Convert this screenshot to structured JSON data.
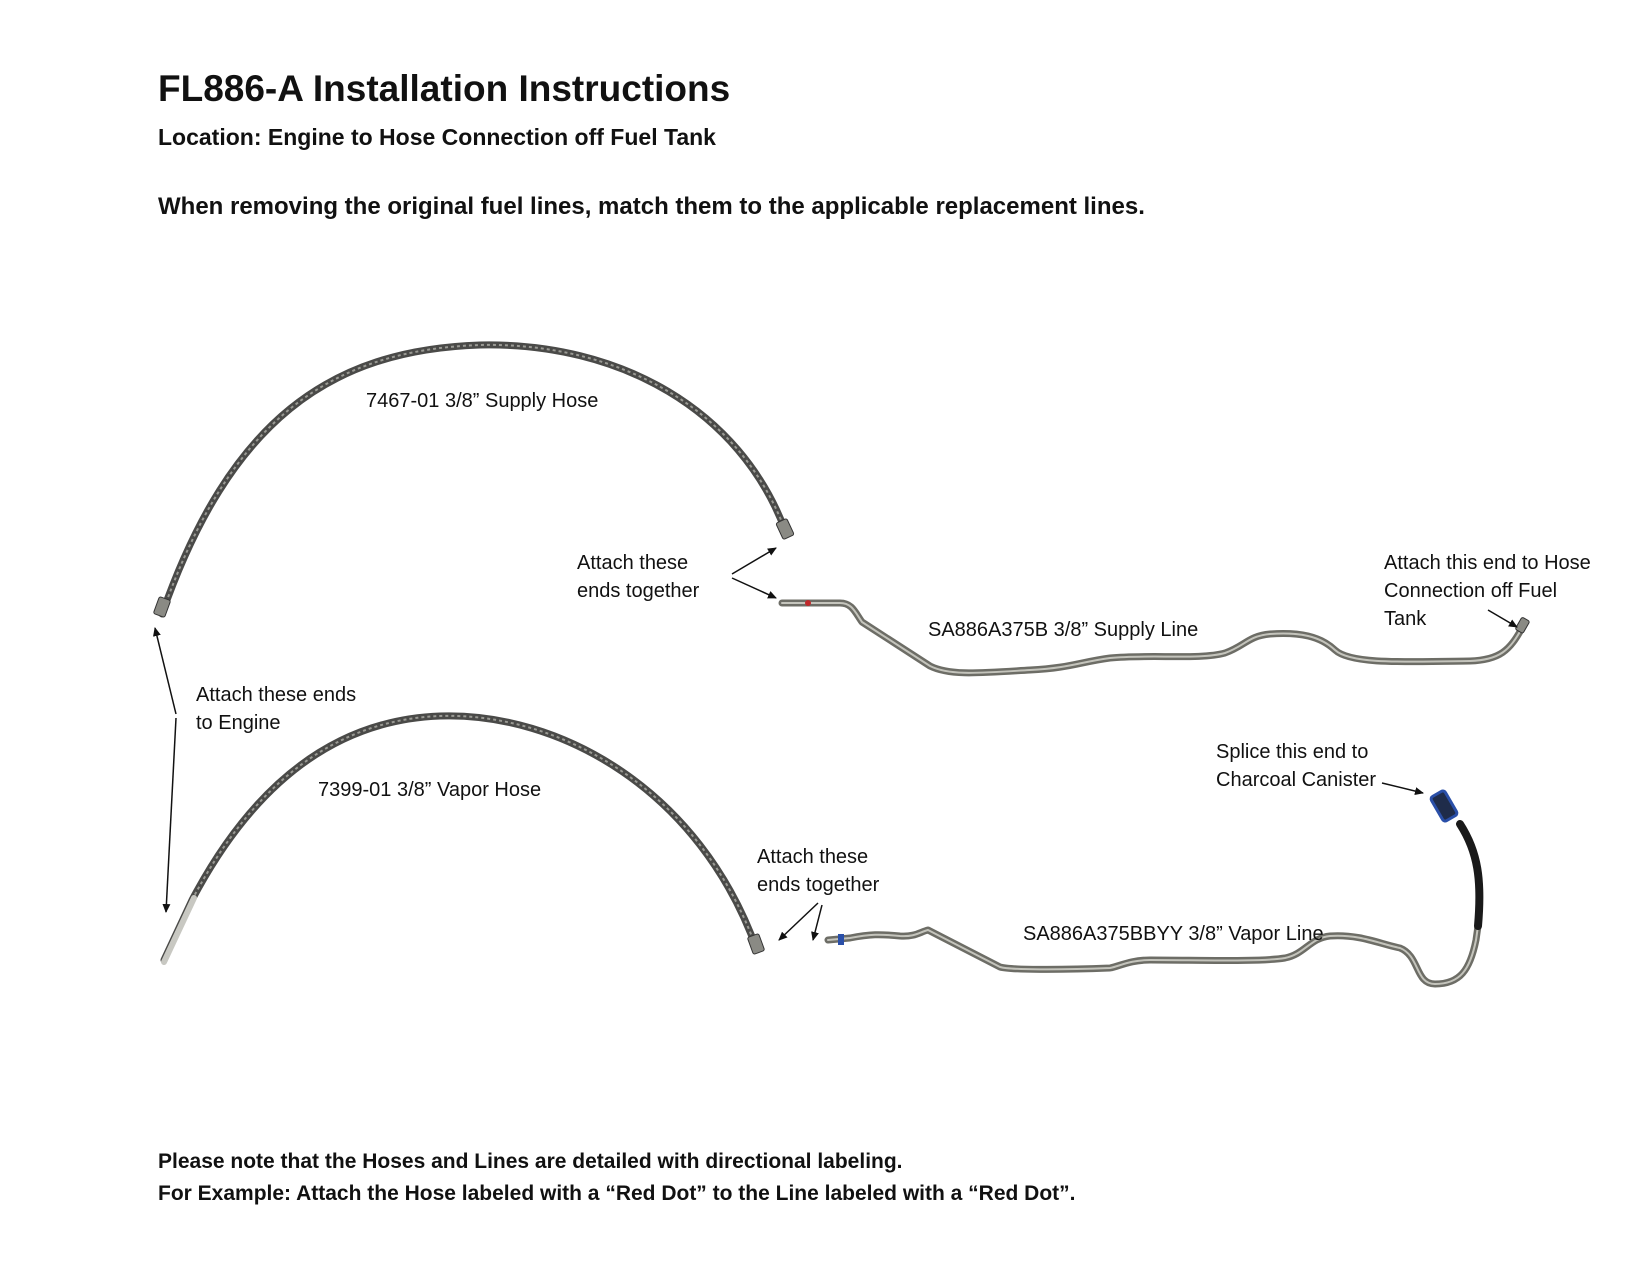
{
  "header": {
    "title": "FL886-A Installation Instructions",
    "location": "Location: Engine to Hose Connection off Fuel Tank",
    "instruction": "When removing the original fuel lines, match them to the applicable replacement lines."
  },
  "diagram": {
    "supply_hose_label": "7467-01 3/8” Supply Hose",
    "supply_line_label": "SA886A375B 3/8” Supply Line",
    "vapor_hose_label": "7399-01 3/8” Vapor Hose",
    "vapor_line_label": "SA886A375BBYY 3/8” Vapor Line",
    "attach_together_top": [
      "Attach these",
      "ends together"
    ],
    "attach_tank": [
      "Attach this end to Hose",
      "Connection off Fuel",
      "Tank"
    ],
    "attach_engine": [
      "Attach these ends",
      "to Engine"
    ],
    "splice_canister": [
      "Splice this end to",
      "Charcoal Canister"
    ],
    "attach_together_bottom": [
      "Attach these",
      "ends together"
    ],
    "colors": {
      "hose": "#5a5a58",
      "line": "#8a8a82",
      "red_dot": "#c0282a",
      "blue_band": "#2a4fa8",
      "black_hose": "#1a1a1a"
    }
  },
  "notes": {
    "line1": "Please note that the Hoses and Lines are detailed with directional labeling.",
    "line2": "For Example: Attach the Hose labeled with a “Red Dot” to the Line labeled with a “Red Dot”."
  }
}
